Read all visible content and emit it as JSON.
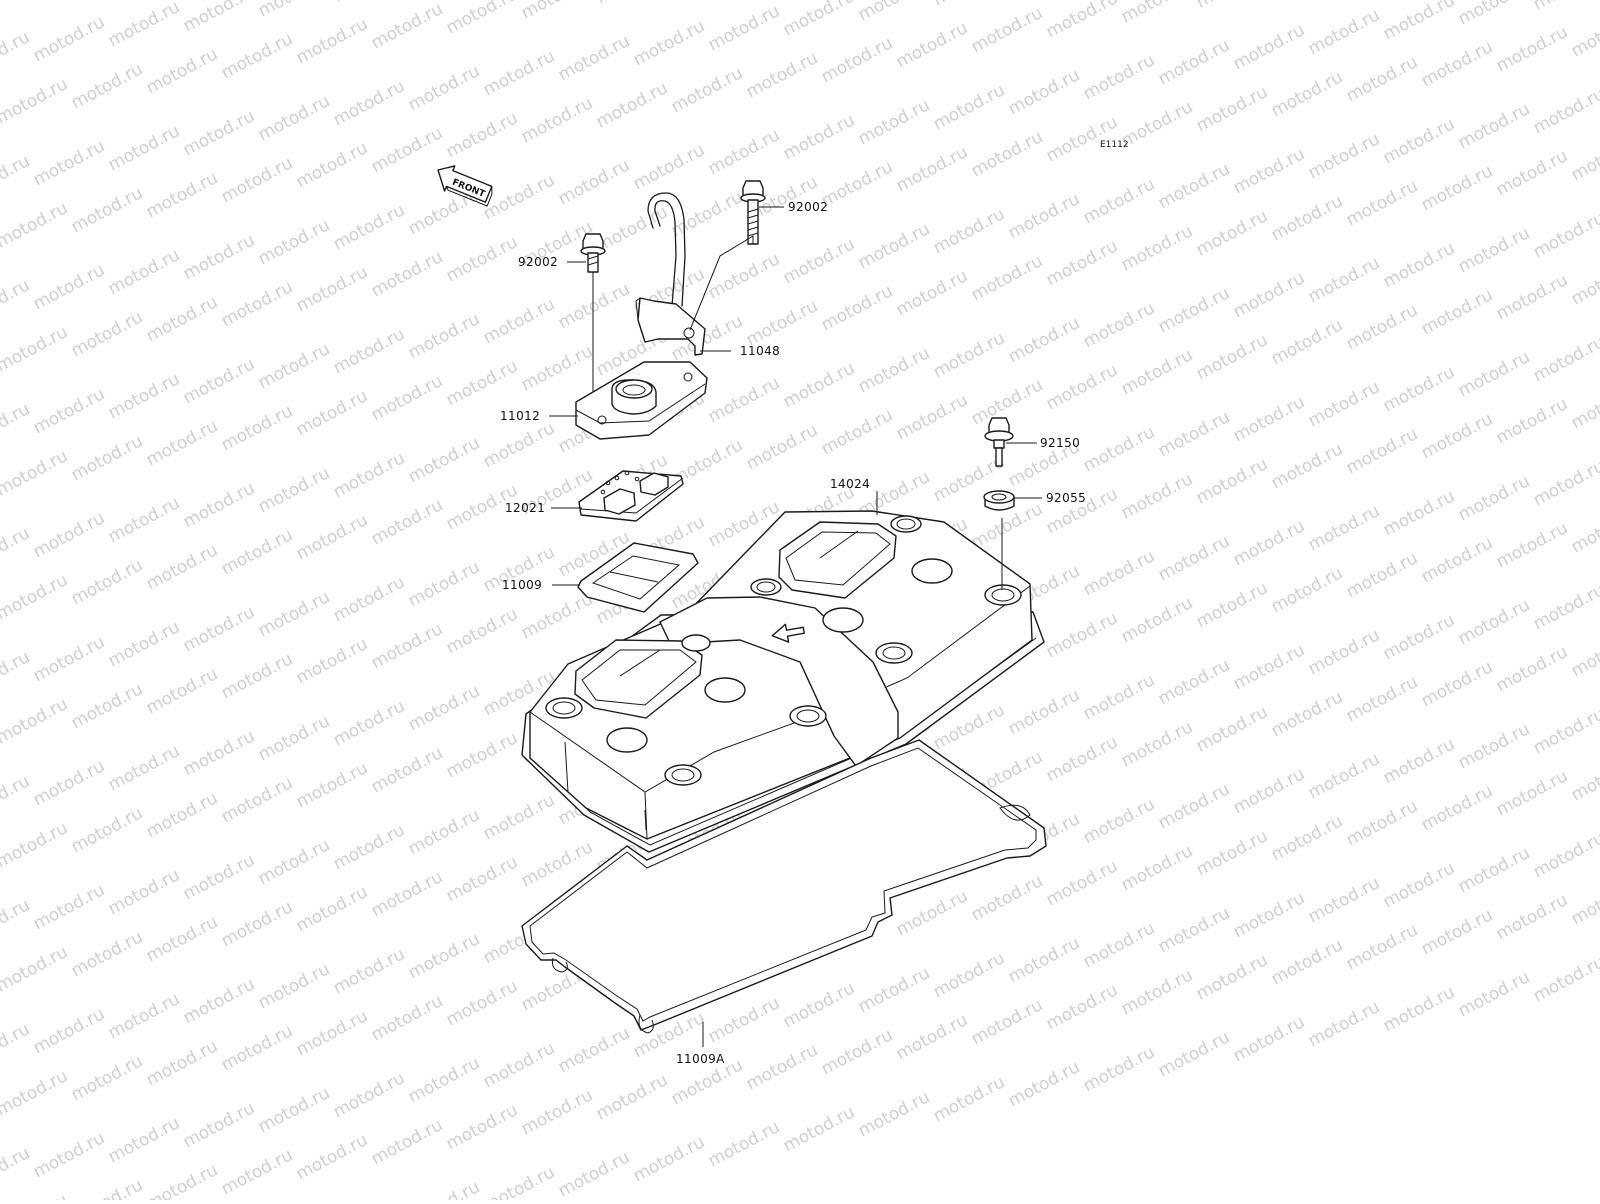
{
  "watermark": {
    "text": "motod.ru"
  },
  "diagram_code": "E1112",
  "front_arrow": {
    "label": "FRONT"
  },
  "parts": [
    {
      "id": "92002-top",
      "number": "92002",
      "name": "bolt"
    },
    {
      "id": "11048",
      "number": "11048",
      "name": "bracket"
    },
    {
      "id": "92002-left",
      "number": "92002",
      "name": "bolt"
    },
    {
      "id": "11012",
      "number": "11012",
      "name": "cover"
    },
    {
      "id": "12021",
      "number": "12021",
      "name": "reed-valve-plate"
    },
    {
      "id": "11009",
      "number": "11009",
      "name": "gasket"
    },
    {
      "id": "14024",
      "number": "14024",
      "name": "cylinder-head-cover"
    },
    {
      "id": "92150",
      "number": "92150",
      "name": "bolt"
    },
    {
      "id": "92055",
      "number": "92055",
      "name": "rubber-grommet"
    },
    {
      "id": "11009A",
      "number": "11009A",
      "name": "head-cover-gasket"
    }
  ]
}
